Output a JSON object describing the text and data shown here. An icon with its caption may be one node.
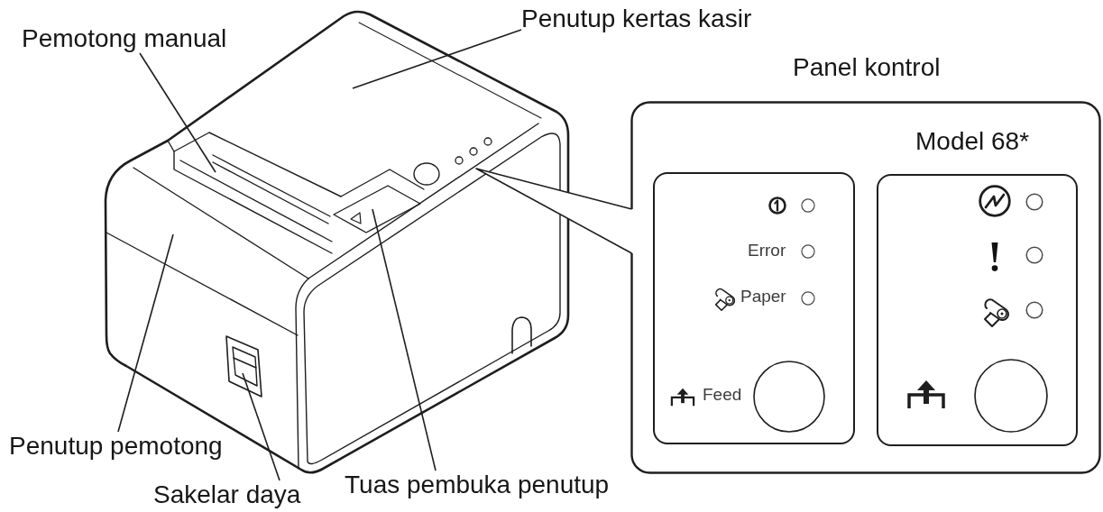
{
  "diagram": {
    "nodes": [
      {
        "text": [
          "Penutup kertas kasir"
        ]
      },
      {
        "text": [
          "Pemotong manual"
        ]
      },
      {
        "text": [
          "Panel kontrol"
        ]
      },
      {
        "text": [
          "Error",
          "Paper",
          "Feed"
        ],
        "in": 2
      },
      {
        "text": [
          "Model 68*"
        ],
        "in": 2
      },
      {
        "text": [
          "Penutup pemotong"
        ]
      },
      {
        "text": [
          "Tuas pembuka penutup"
        ]
      },
      {
        "text": [
          "Sakelar daya"
        ]
      }
    ],
    "edges": [
      {
        "from": 0,
        "to": null,
        "arrow": "none"
      },
      {
        "from": 1,
        "to": null,
        "arrow": "none"
      },
      {
        "from": 2,
        "to": null,
        "arrow": "none"
      },
      {
        "from": 5,
        "to": null,
        "arrow": "none"
      },
      {
        "from": 6,
        "to": null,
        "arrow": "none"
      },
      {
        "from": 7,
        "to": null,
        "arrow": "none"
      }
    ]
  }
}
